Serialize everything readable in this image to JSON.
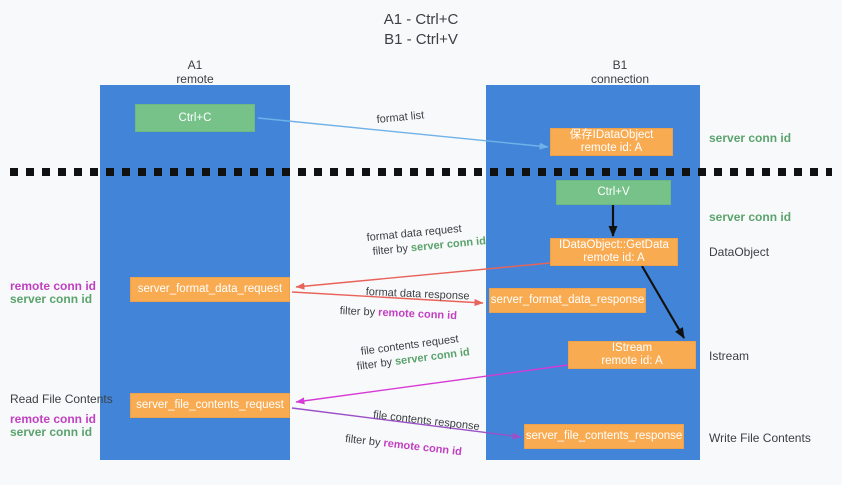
{
  "title": {
    "line1": "A1 - Ctrl+C",
    "line2": "B1 - Ctrl+V"
  },
  "columns": [
    {
      "name": "A1",
      "sub": "remote"
    },
    {
      "name": "B1",
      "sub": "connection"
    }
  ],
  "nodes": {
    "ctrl_c": {
      "label": "Ctrl+C",
      "color": "#76c288"
    },
    "ctrl_v": {
      "label": "Ctrl+V",
      "color": "#76c288"
    },
    "save_idataobject_l1": "保存IDataObject",
    "save_idataobject_l2": "remote id: A",
    "getdata_l1": "IDataObject::GetData",
    "getdata_l2": "remote id: A",
    "istream_l1": "IStream",
    "istream_l2": "remote id: A",
    "server_format_data_request": "server_format_data_request",
    "server_format_data_response": "server_format_data_response",
    "server_file_contents_request": "server_file_contents_request",
    "server_file_contents_response": "server_file_contents_response"
  },
  "right_labels": {
    "server_conn_id_1": "server conn id",
    "server_conn_id_2": "server conn id",
    "dataobject": "DataObject",
    "istream": "Istream",
    "write_file_contents": "Write File Contents"
  },
  "left_labels": {
    "remote_conn_id_1": "remote conn id",
    "server_conn_id_1": "server conn id",
    "read_file_contents": "Read File Contents",
    "remote_conn_id_2": "remote conn id",
    "server_conn_id_2": "server conn id"
  },
  "edges": {
    "format_list": "format list",
    "format_data_request": "format data request",
    "format_data_request_filter_prefix": "filter by ",
    "format_data_request_filter_value": "server conn id",
    "format_data_response": "format data response",
    "format_data_response_filter_prefix": "filter by ",
    "format_data_response_filter_value": "remote conn id",
    "file_contents_request": "file contents request",
    "file_contents_request_filter_prefix": "filter by ",
    "file_contents_request_filter_value": "server conn id",
    "file_contents_response": "file contents response",
    "file_contents_response_filter_prefix": "filter by ",
    "file_contents_response_filter_value": "remote conn id"
  },
  "colors": {
    "lane": "#4285d8",
    "node_orange": "#f9ab52",
    "node_green": "#76c288",
    "arrow_blue": "#6fb1e8",
    "arrow_red": "#e8635a",
    "arrow_magenta": "#d63bd6",
    "arrow_purple": "#9b4fc8",
    "arrow_black": "#111111",
    "text_green": "#5aa36d",
    "text_purple": "#c23fc2",
    "background": "#f8f9fa"
  }
}
